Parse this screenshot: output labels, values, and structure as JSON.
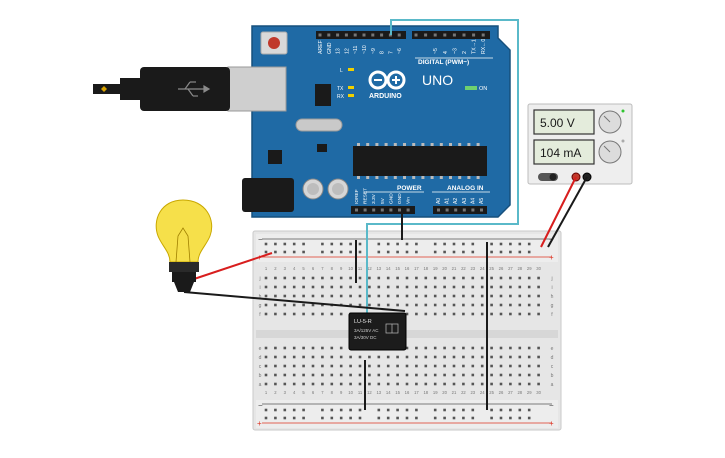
{
  "arduino": {
    "brand": "ARDUINO",
    "model": "UNO",
    "digital_label": "DIGITAL (PWM~)",
    "on_label": "ON",
    "power_label": "POWER",
    "analog_label": "ANALOG IN",
    "led_labels": [
      "L",
      "TX",
      "RX"
    ],
    "top_pin_labels": [
      "AREF",
      "GND",
      "13",
      "12",
      "~11",
      "~10",
      "~9",
      "8",
      "7",
      "~6",
      "~5",
      "4",
      "~3",
      "2",
      "TX→1",
      "RX←0"
    ],
    "power_pin_labels": [
      "IOREF",
      "RESET",
      "3.3V",
      "5V",
      "GND",
      "GND",
      "Vin"
    ],
    "analog_pin_labels": [
      "A0",
      "A1",
      "A2",
      "A3",
      "A4",
      "A5"
    ]
  },
  "power_supply": {
    "voltage": "5.00 V",
    "current": "104 mA",
    "colors": {
      "panel": "#eeeeee",
      "display": "#e4ecdc"
    }
  },
  "relay": {
    "model": "LU-5-R",
    "rating_ac": "3A/125V AC",
    "rating_dc": "3A/30V DC"
  },
  "breadboard": {
    "column_numbers": [
      "1",
      "2",
      "3",
      "4",
      "5",
      "6",
      "7",
      "8",
      "9",
      "10",
      "11",
      "12",
      "13",
      "14",
      "15",
      "16",
      "17",
      "18",
      "19",
      "20",
      "21",
      "22",
      "23",
      "24",
      "25",
      "26",
      "27",
      "28",
      "29",
      "30"
    ],
    "row_letters_top": [
      "j",
      "i",
      "h",
      "g",
      "f"
    ],
    "row_letters_bottom": [
      "e",
      "d",
      "c",
      "b",
      "a"
    ],
    "rail_minus": "−",
    "rail_plus": "+"
  },
  "colors": {
    "board": "#1f6aa5",
    "board_dark": "#17507d",
    "wire_teal": "#5ab9c9",
    "wire_red": "#d81e1e",
    "wire_black": "#1a1a1a",
    "bulb": "#f6e04a",
    "breadboard": "#e9e9e9"
  }
}
